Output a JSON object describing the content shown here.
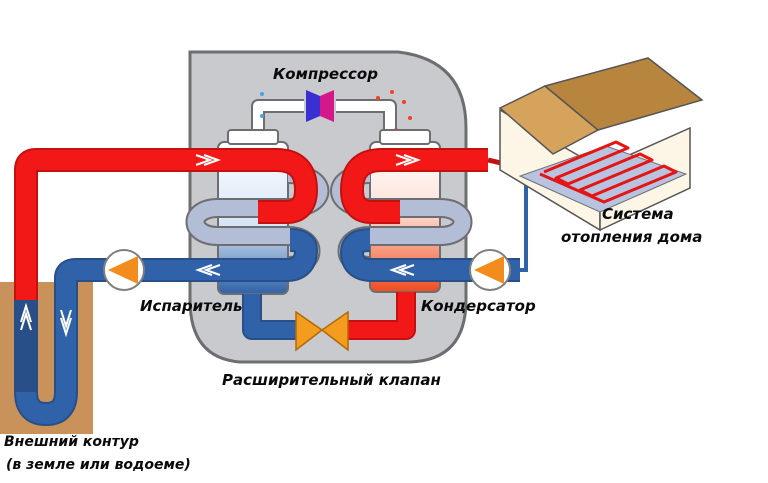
{
  "labels": {
    "compressor": "Компрессор",
    "evaporator": "Испаритель",
    "condenser": "Кондерсатор",
    "expansion_valve": "Расширительный клапан",
    "outer_loop_line1": "Внешний контур",
    "outer_loop_line2": "(в земле или водоеме)",
    "heating_system_line1": "Система",
    "heating_system_line2": "отопления дома"
  },
  "colors": {
    "hot": "#f21818",
    "cold": "#2f62a8",
    "unit_gray": "#c9cacd",
    "unit_outline": "#6d6e72",
    "heat_exchanger": "#b4bdd6",
    "ground": "#c8925a",
    "house_wall": "#fdf6e6",
    "roof": "#b8853f",
    "valve": "#f39c1e",
    "compressor": "#3a2fd0"
  },
  "icons": [
    "pump-icon",
    "expansion-valve-icon",
    "compressor-icon",
    "house-icon",
    "flow-arrow-icon"
  ]
}
